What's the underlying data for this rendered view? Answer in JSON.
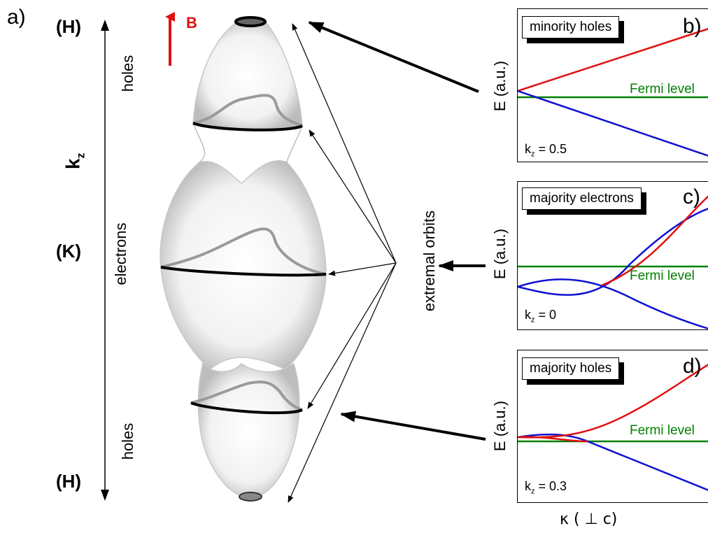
{
  "figure": {
    "panel_a_label": "a)",
    "B_label": "B",
    "kz_axis": {
      "label_main": "k",
      "label_sub": "z",
      "top_point": "(H)",
      "middle_point": "(K)",
      "bottom_point": "(H)",
      "region_top": "holes",
      "region_middle": "electrons",
      "region_bottom": "holes"
    },
    "extremal_orbits_label": "extremal orbits",
    "x_axis_label": "κ ( ⊥ c)",
    "colors": {
      "red": "#e01010",
      "blue": "#1010d0",
      "green": "#008000",
      "black": "#000000"
    },
    "panels": [
      {
        "letter": "b)",
        "legend": "minority holes",
        "ylabel": "E (a.u.)",
        "fermi": "Fermi level",
        "kz_prefix": "k",
        "kz_sub": "z",
        "kz_value": " = 0.5"
      },
      {
        "letter": "c)",
        "legend": "majority electrons",
        "ylabel": "E (a.u.)",
        "fermi": "Fermi level",
        "kz_prefix": "k",
        "kz_sub": "z",
        "kz_value": " = 0"
      },
      {
        "letter": "d)",
        "legend": "majority holes",
        "ylabel": "E (a.u.)",
        "fermi": "Fermi level",
        "kz_prefix": "k",
        "kz_sub": "z",
        "kz_value": " = 0.3"
      }
    ]
  }
}
